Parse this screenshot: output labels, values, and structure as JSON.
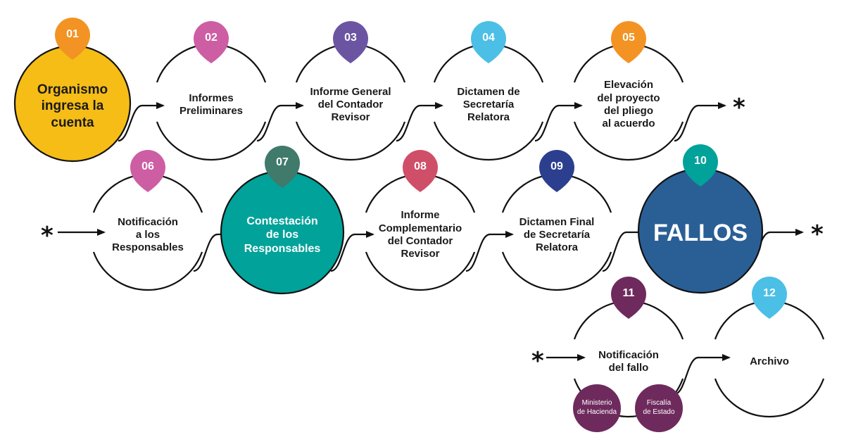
{
  "steps": [
    {
      "num": "01",
      "label": [
        "Organismo",
        "ingresa la",
        "cuenta"
      ],
      "badge": "#f39323",
      "fill": "#f6bd16",
      "text": "#1a1a1a",
      "big": true
    },
    {
      "num": "02",
      "label": [
        "Informes",
        "Preliminares"
      ],
      "badge": "#cd5ea4",
      "fill": "",
      "text": "#1a1a1a",
      "big": false
    },
    {
      "num": "03",
      "label": [
        "Informe General",
        "del Contador",
        "Revisor"
      ],
      "badge": "#6b55a3",
      "fill": "",
      "text": "#1a1a1a",
      "big": false
    },
    {
      "num": "04",
      "label": [
        "Dictamen de",
        "Secretaría",
        "Relatora"
      ],
      "badge": "#4bbfe5",
      "fill": "",
      "text": "#1a1a1a",
      "big": false
    },
    {
      "num": "05",
      "label": [
        "Elevación",
        "del proyecto",
        "del pliego",
        "al acuerdo"
      ],
      "badge": "#f39323",
      "fill": "",
      "text": "#1a1a1a",
      "big": false
    },
    {
      "num": "06",
      "label": [
        "Notificación",
        "a los",
        "Responsables"
      ],
      "badge": "#cd5ea4",
      "fill": "",
      "text": "#1a1a1a",
      "big": false
    },
    {
      "num": "07",
      "label": [
        "Contestación",
        "de los",
        "Responsables"
      ],
      "badge": "#3f7a6b",
      "fill": "#00a29a",
      "text": "#ffffff",
      "big": false
    },
    {
      "num": "08",
      "label": [
        "Informe",
        "Complementario",
        "del Contador",
        "Revisor"
      ],
      "badge": "#cf4f69",
      "fill": "",
      "text": "#1a1a1a",
      "big": false
    },
    {
      "num": "09",
      "label": [
        "Dictamen Final",
        "de Secretaría",
        "Relatora"
      ],
      "badge": "#2c3f8f",
      "fill": "",
      "text": "#1a1a1a",
      "big": false
    },
    {
      "num": "10",
      "label": [
        "FALLOS"
      ],
      "badge": "#00a29a",
      "fill": "#2a5f96",
      "text": "#ffffff",
      "big": true
    },
    {
      "num": "11",
      "label": [
        "Notificación",
        "del fallo"
      ],
      "badge": "#6e2a5d",
      "fill": "",
      "text": "#1a1a1a",
      "big": false
    },
    {
      "num": "12",
      "label": [
        "Archivo"
      ],
      "badge": "#4bbfe5",
      "fill": "",
      "text": "#1a1a1a",
      "big": false
    }
  ],
  "sub_notes": [
    {
      "label": [
        "Ministerio",
        "de Hacienda"
      ],
      "color": "#6e2a5d"
    },
    {
      "label": [
        "Fiscalía",
        "de Estado"
      ],
      "color": "#6e2a5d"
    }
  ],
  "continuation_mark": "*"
}
